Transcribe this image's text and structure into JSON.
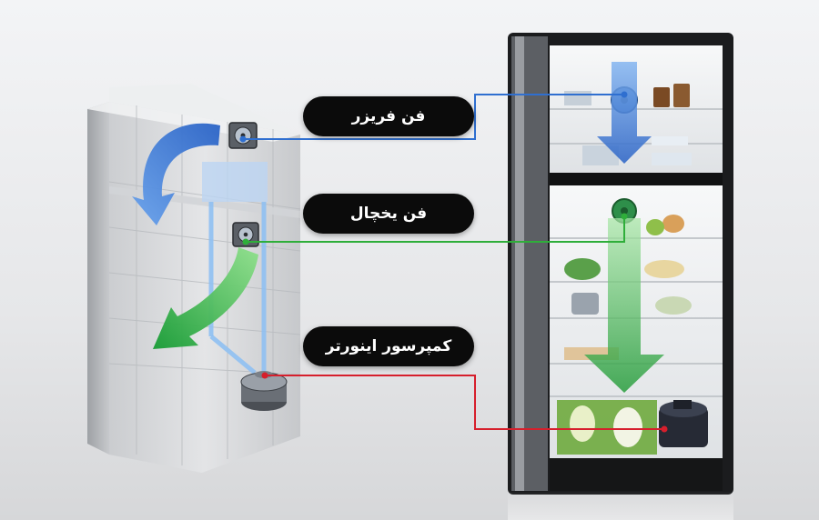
{
  "labels": {
    "freezer_fan": "فن فریزر",
    "fridge_fan": "فن یخچال",
    "inverter_compressor": "کمپرسور اینورتر"
  },
  "colors": {
    "freezer_line": "#2f6fd0",
    "fridge_line": "#2fae3a",
    "compressor_line": "#d61f2c",
    "pill_bg": "#0b0b0b",
    "freezer_arrow": "#2a63c6",
    "fridge_arrow": "#33b24a"
  },
  "icons": [
    "fan-icon",
    "compressor-icon",
    "arrow-curved-down-icon",
    "arrow-down-icon"
  ]
}
